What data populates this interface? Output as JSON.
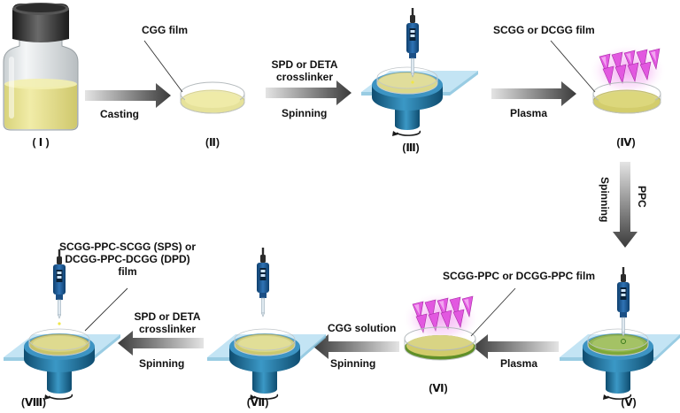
{
  "stages": [
    "( Ⅰ )",
    "(Ⅱ)",
    "(Ⅲ)",
    "(Ⅳ)",
    "(Ⅴ)",
    "(Ⅵ)",
    "(Ⅶ)",
    "(Ⅷ)"
  ],
  "labels": {
    "cgg_film": "CGG film",
    "scgg_dcgg_film": "SCGG or DCGG film",
    "crosslinker_top_1": "SPD or DETA",
    "crosslinker_top_2": "crosslinker",
    "casting": "Casting",
    "spinning_top": "Spinning",
    "plasma_top": "Plasma",
    "spinning_vertical": "Spinning",
    "ppc": "PPC",
    "scgg_ppc_film": "SCGG-PPC or DCGG-PPC film",
    "plasma_bottom": "Plasma",
    "cgg_solution": "CGG solution",
    "spinning_bottom_mid": "Spinning",
    "crosslinker_bottom_1": "SPD or DETA",
    "crosslinker_bottom_2": "crosslinker",
    "spinning_bottom_left": "Spinning",
    "sps_film_1": "SCGG-PPC-SCGG (SPS) or",
    "sps_film_2": "DCGG-PPC-DCGG (DPD)",
    "sps_film_3": "film"
  },
  "colors": {
    "film_yellow": "#e9e49a",
    "film_green": "#7fa83a",
    "arrow_gray": "#4a4a4a",
    "plate_blue": "#a9d9ef",
    "spinner_blue": "#1d6f9c",
    "plasma_pink": "#e05adf"
  }
}
